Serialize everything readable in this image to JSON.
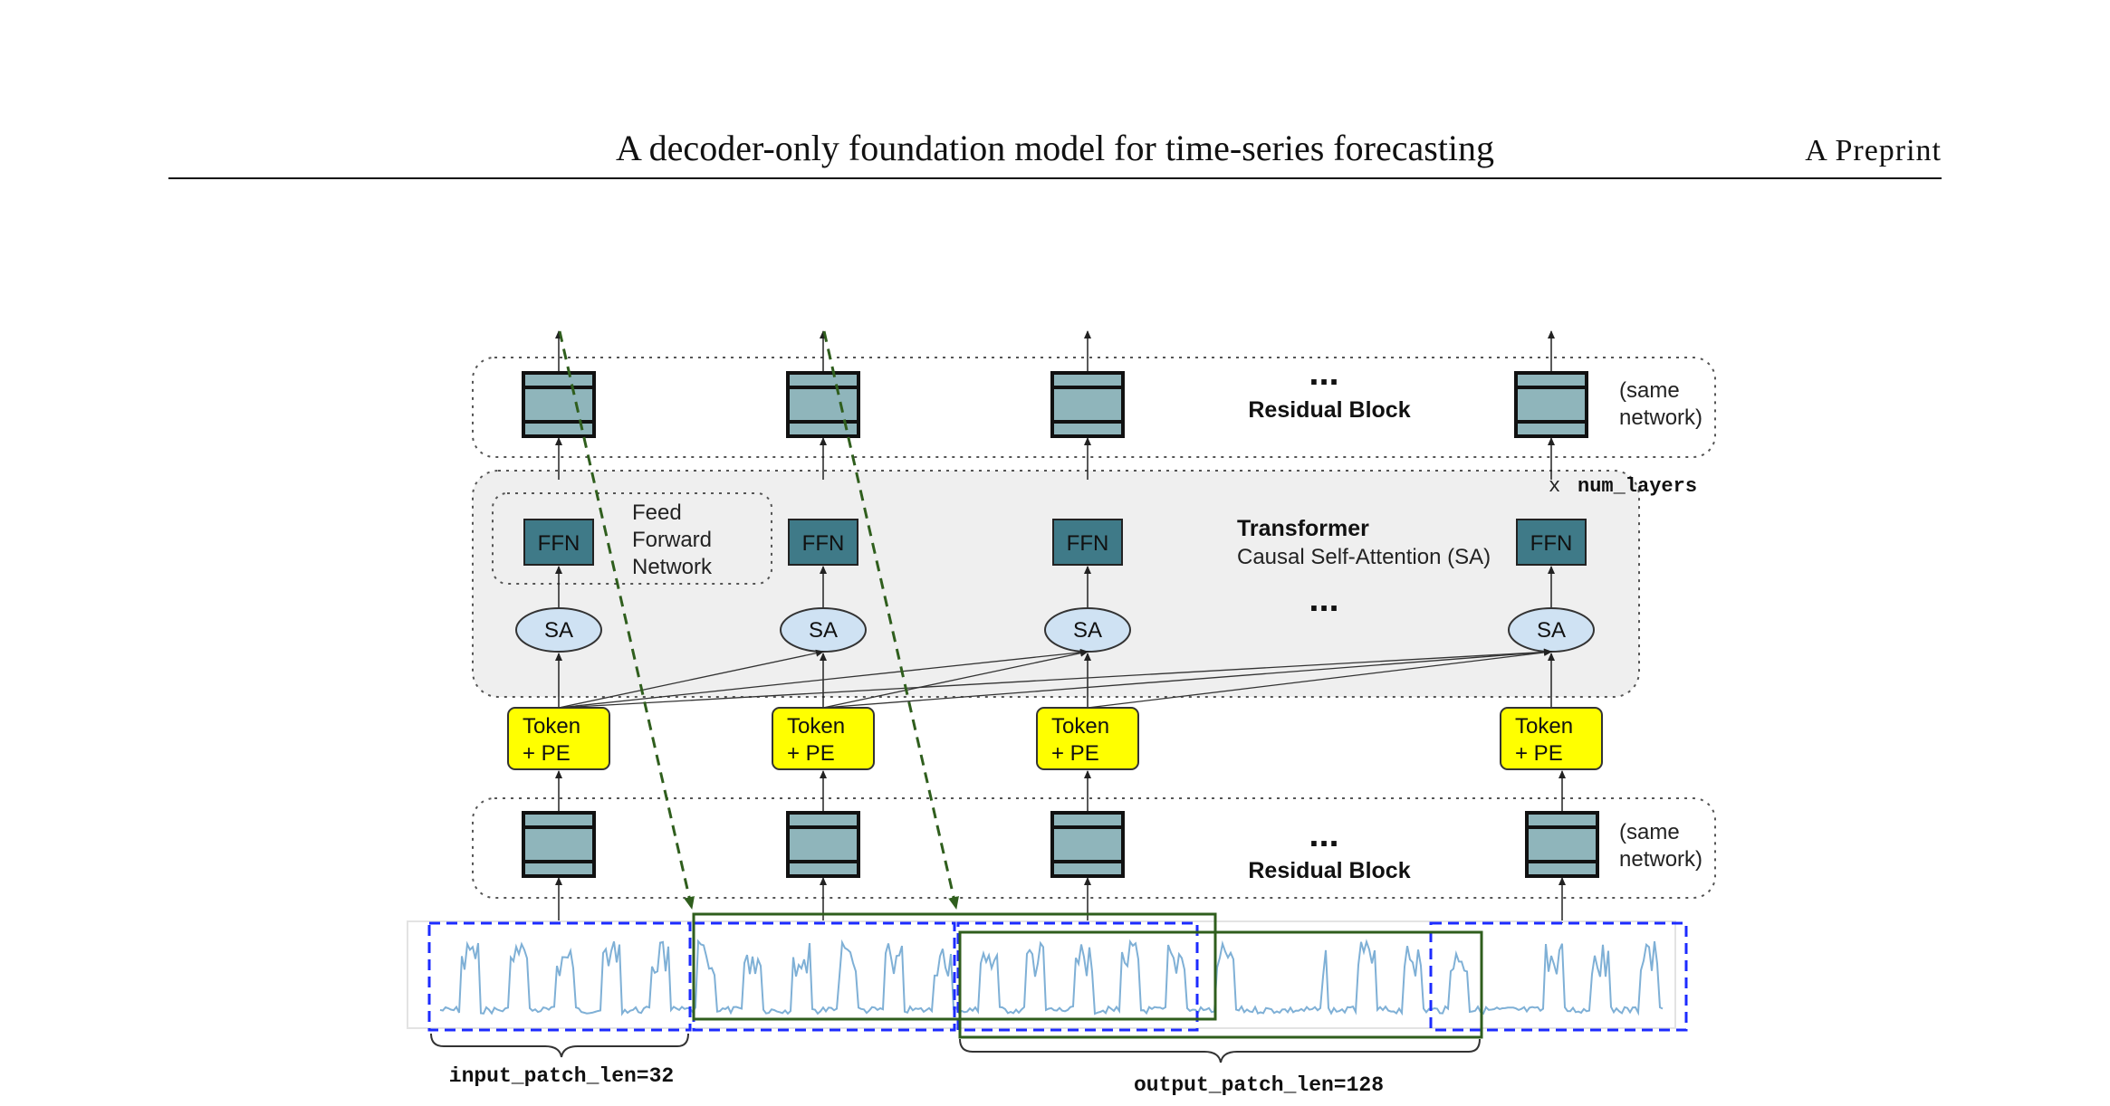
{
  "header": {
    "title": "A decoder-only foundation model for time-series forecasting",
    "right_label": "A Preprint"
  },
  "diagram": {
    "top_block_label": "Residual Block",
    "top_block_note_line1": "(same",
    "top_block_note_line2": "network)",
    "num_layers_prefix": "x",
    "num_layers_label": "num_layers",
    "ffn_label": "FFN",
    "ffn_desc_line1": "Feed",
    "ffn_desc_line2": "Forward",
    "ffn_desc_line3": "Network",
    "transformer_title": "Transformer",
    "transformer_subtitle": "Causal Self-Attention (SA)",
    "sa_label": "SA",
    "token_line1": "Token",
    "token_line2": "+ PE",
    "bottom_block_label": "Residual Block",
    "bottom_block_note_line1": "(same",
    "bottom_block_note_line2": "network)",
    "ellipsis": "...",
    "input_patch_label": "input_patch_len=32",
    "output_patch_label": "output_patch_len=128"
  },
  "colors": {
    "residual_fill": "#8fb5bb",
    "ffn_fill": "#3f7a88",
    "sa_fill": "#cfe2f3",
    "token_fill": "#ffff00",
    "transformer_bg": "#efefef",
    "input_patch_border": "#1c2bff",
    "output_patch_border": "#2f5e1d",
    "series_line": "#7fb0d6",
    "arrow_dashed": "#2f5e1d"
  }
}
